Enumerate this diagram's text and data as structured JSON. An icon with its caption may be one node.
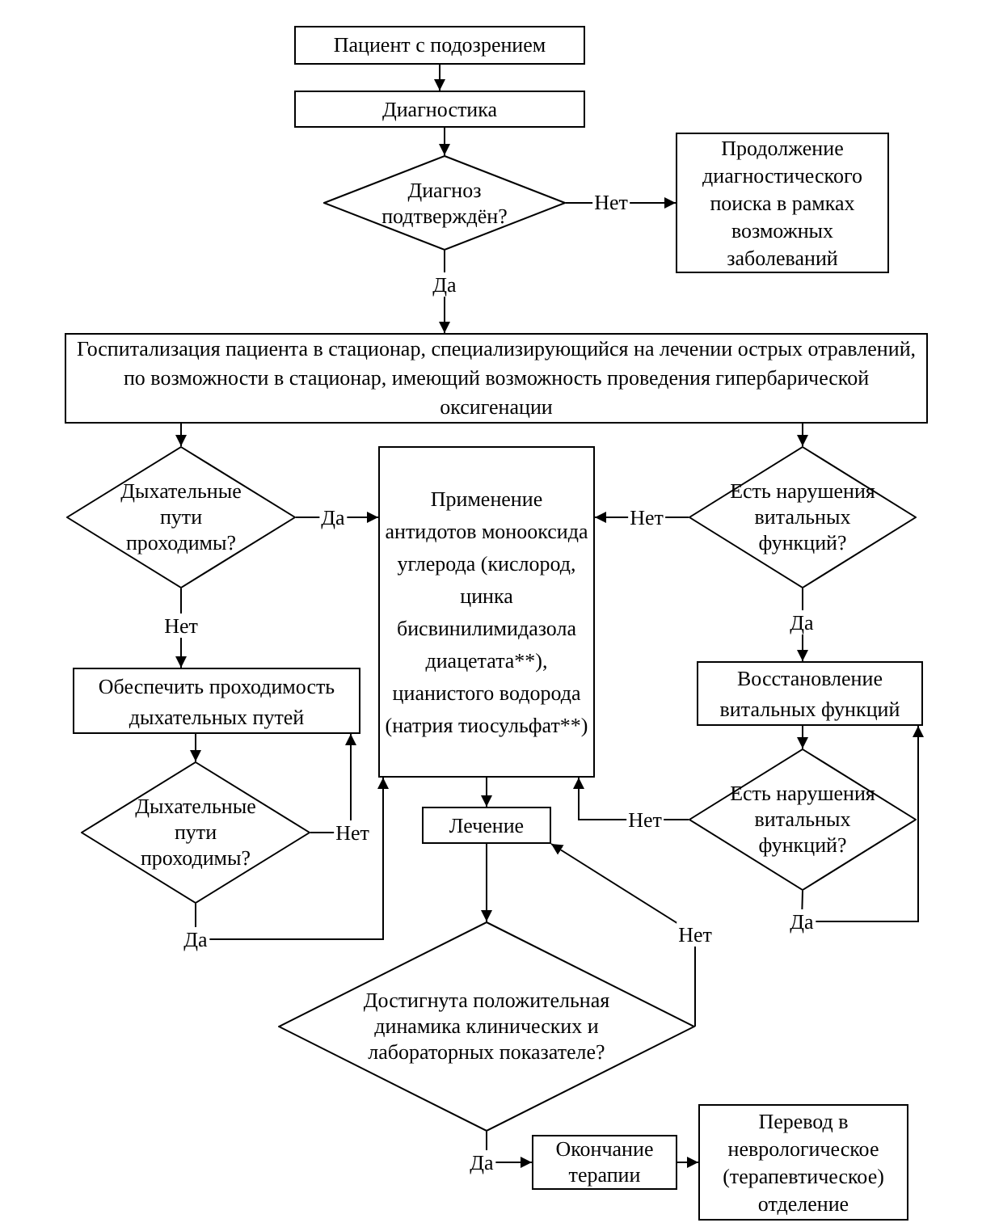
{
  "diagram": {
    "nodes": [
      {
        "text": [
          "Пациент с подозрением"
        ]
      },
      {
        "text": [
          "Диагностика"
        ]
      },
      {
        "text": [
          "Диагноз подтверждён?"
        ]
      },
      {
        "text": [
          "Продолжение диагностического поиска в рамках возможных заболеваний"
        ]
      },
      {
        "text": [
          "Госпитализация пациента в стационар, специализирующийся на лечении острых отравлений, по возможности в стационар, имеющий возможность проведения гипербарической оксигенации"
        ]
      },
      {
        "text": [
          "Дыхательные пути проходимы?"
        ]
      },
      {
        "text": [
          "Применение антидотов монооксида углерода (кислород, цинка бисвинилимидазола диацетата**), цианистого водорода (натрия тиосульфат**)"
        ]
      },
      {
        "text": [
          "Есть нарушения витальных функций?"
        ]
      },
      {
        "text": [
          "Обеспечить проходимость дыхательных путей"
        ]
      },
      {
        "text": [
          "Дыхательные пути проходимы?"
        ]
      },
      {
        "text": [
          "Восстановление витальных функций"
        ]
      },
      {
        "text": [
          "Есть нарушения витальных функций?"
        ]
      },
      {
        "text": [
          "Лечение"
        ]
      },
      {
        "text": [
          "Достигнута положительная динамика клинических и лабораторных показателе?"
        ]
      },
      {
        "text": [
          "Окончание терапии"
        ]
      },
      {
        "text": [
          "Перевод в неврологическое (терапевтическое) отделение"
        ]
      }
    ],
    "edges": [
      {
        "from": 0,
        "to": 1,
        "arrow": "to"
      },
      {
        "from": 1,
        "to": 2,
        "arrow": "to"
      },
      {
        "from": 2,
        "to": 3,
        "arrow": "to",
        "label": "Нет"
      },
      {
        "from": 2,
        "to": 4,
        "arrow": "to",
        "label": "Да"
      },
      {
        "from": 4,
        "to": 5,
        "arrow": "to"
      },
      {
        "from": 4,
        "to": 7,
        "arrow": "to"
      },
      {
        "from": 5,
        "to": 6,
        "arrow": "to",
        "label": "Да"
      },
      {
        "from": 5,
        "to": 8,
        "arrow": "to",
        "label": "Нет"
      },
      {
        "from": 8,
        "to": 9,
        "arrow": "to"
      },
      {
        "from": 9,
        "to": 8,
        "arrow": "to",
        "label": "Нет"
      },
      {
        "from": 9,
        "to": 6,
        "arrow": "to",
        "label": "Да"
      },
      {
        "from": 7,
        "to": 6,
        "arrow": "to",
        "label": "Нет"
      },
      {
        "from": 7,
        "to": 10,
        "arrow": "to",
        "label": "Да"
      },
      {
        "from": 10,
        "to": 11,
        "arrow": "to"
      },
      {
        "from": 11,
        "to": 10,
        "arrow": "to",
        "label": "Да"
      },
      {
        "from": 11,
        "to": 6,
        "arrow": "to",
        "label": "Нет"
      },
      {
        "from": 6,
        "to": 12,
        "arrow": "to"
      },
      {
        "from": 12,
        "to": 13,
        "arrow": "to"
      },
      {
        "from": 13,
        "to": 12,
        "arrow": "to",
        "label": "Нет"
      },
      {
        "from": 13,
        "to": 14,
        "arrow": "to",
        "label": "Да"
      },
      {
        "from": 14,
        "to": 15,
        "arrow": "to"
      }
    ]
  }
}
